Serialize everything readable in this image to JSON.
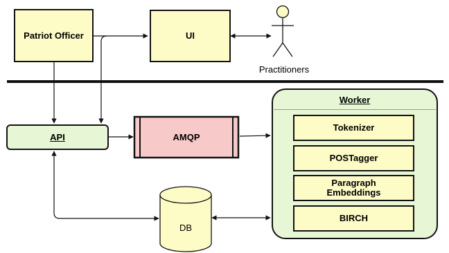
{
  "nodes": {
    "patriot_officer": "Patriot Officer",
    "ui": "UI",
    "practitioners": "Practitioners",
    "api": "API",
    "amqp": "AMQP",
    "db": "DB"
  },
  "worker": {
    "title": "Worker",
    "stages": [
      "Tokenizer",
      "POSTagger",
      "Paragraph Embeddings",
      "BIRCH"
    ]
  },
  "colors": {
    "yellow_fill": "#fdfbc6",
    "green_fill": "#e7f6d5",
    "pink_fill": "#f8c9c9",
    "stroke": "#111111"
  }
}
